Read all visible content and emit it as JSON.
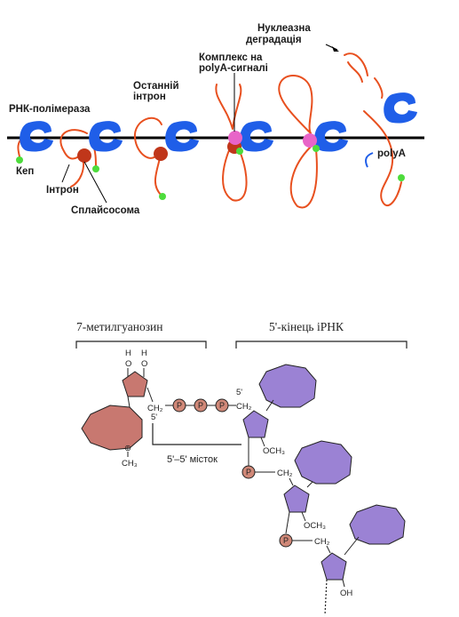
{
  "transcription": {
    "labels": {
      "polymerase": "РНК-полімераза",
      "cap": "Кеп",
      "intron": "Інтрон",
      "spliceosome": "Сплайсосома",
      "last_intron_1": "Останній",
      "last_intron_2": "інтрон",
      "polya_complex_1": "Комплекс на",
      "polya_complex_2": "polyA-сигналі",
      "degradation_1": "Нуклеазна",
      "degradation_2": "деградація",
      "polya": "polyA"
    },
    "colors": {
      "polymerase": "#1f5ee8",
      "rna": "#e8501f",
      "spliceosome": "#c0361a",
      "cap": "#4ddc3c",
      "polya_complex": "#e864c8",
      "dna": "#000000"
    }
  },
  "cap_structure": {
    "labels": {
      "methylguanosine": "7-метилгуанозин",
      "mrna_end": "5'-кінець іРНК",
      "bridge": "5'–5' місток"
    },
    "atoms": {
      "h": "H",
      "o": "O",
      "ch2": "CH₂",
      "five_prime": "5'",
      "ch3": "CH₃",
      "och3": "OCH₃",
      "oh": "OH",
      "p": "P",
      "plus": "⊕"
    },
    "colors": {
      "guanosine": "#c87870",
      "nucleotide": "#9b82d4",
      "phosphate": "#d08878"
    }
  }
}
